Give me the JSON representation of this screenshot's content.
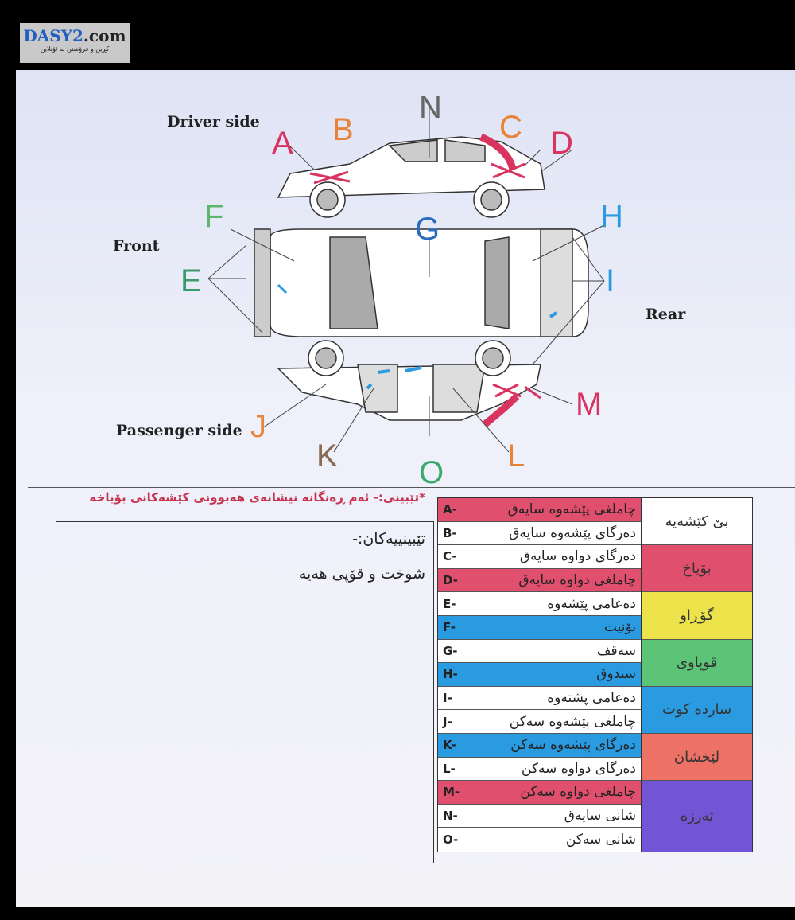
{
  "logo": {
    "brand": "DASY2",
    "brand_suffix": ".com",
    "tagline": "کڕین و فرۆشتن بە ئۆنلاین"
  },
  "diagram": {
    "side_labels": {
      "driver": "Driver side",
      "front": "Front",
      "rear": "Rear",
      "passenger": "Passenger side"
    },
    "letters": {
      "A": "A",
      "B": "B",
      "C": "C",
      "D": "D",
      "E": "E",
      "F": "F",
      "G": "G",
      "H": "H",
      "I": "I",
      "J": "J",
      "K": "K",
      "L": "L",
      "M": "M",
      "N": "N",
      "O": "O"
    }
  },
  "note_red": "*تێبینی:- ئەم ڕەنگانە نیشانەی هەبوونی کێشەکانی بۆیاخە",
  "notes": {
    "heading": "تێبینییەکان:-",
    "text": "شوخت و قۆپی هەیە"
  },
  "colors": {
    "red": "#e0506e",
    "blue": "#2a9be0",
    "white": "#ffffff",
    "yellow": "#ece34a",
    "green": "#5bc476",
    "salmon": "#ee7166",
    "purple": "#7255d4"
  },
  "parts": [
    {
      "code": "A-",
      "label": "چاملغی پێشەوە سایەق",
      "color": "red"
    },
    {
      "code": "B-",
      "label": "دەرگای پێشەوە سایەق",
      "color": "white"
    },
    {
      "code": "C-",
      "label": "دەرگای دواوە سایەق",
      "color": "white"
    },
    {
      "code": "D-",
      "label": "چاملغی دواوە سایەق",
      "color": "red"
    },
    {
      "code": "E-",
      "label": "دەعامی پێشەوە",
      "color": "white"
    },
    {
      "code": "F-",
      "label": "بۆنیت",
      "color": "blue"
    },
    {
      "code": "G-",
      "label": "سەقف",
      "color": "white"
    },
    {
      "code": "H-",
      "label": "سندوق",
      "color": "blue"
    },
    {
      "code": "I-",
      "label": "دەعامی پشتەوە",
      "color": "white"
    },
    {
      "code": "J-",
      "label": "چاملغی پێشەوە سەکن",
      "color": "white"
    },
    {
      "code": "K-",
      "label": "دەرگای پێشەوە سەکن",
      "color": "blue"
    },
    {
      "code": "L-",
      "label": "دەرگای دواوە سەکن",
      "color": "white"
    },
    {
      "code": "M-",
      "label": "چاملغی دواوە سەکن",
      "color": "red"
    },
    {
      "code": "N-",
      "label": "شانی سایەق",
      "color": "white"
    },
    {
      "code": "O-",
      "label": "شانی سەکن",
      "color": "white"
    }
  ],
  "legend": [
    {
      "label": "بێ کێشەیە",
      "color": "white",
      "rows": 2
    },
    {
      "label": "بۆیاخ",
      "color": "red",
      "rows": 2
    },
    {
      "label": "گۆڕاو",
      "color": "yellow",
      "rows": 2
    },
    {
      "label": "قوپاوی",
      "color": "green",
      "rows": 2
    },
    {
      "label": "سارده کوت",
      "color": "blue",
      "rows": 2
    },
    {
      "label": "لێخشان",
      "color": "salmon",
      "rows": 2
    },
    {
      "label": "تەرزە",
      "color": "purple",
      "rows": 3
    }
  ]
}
